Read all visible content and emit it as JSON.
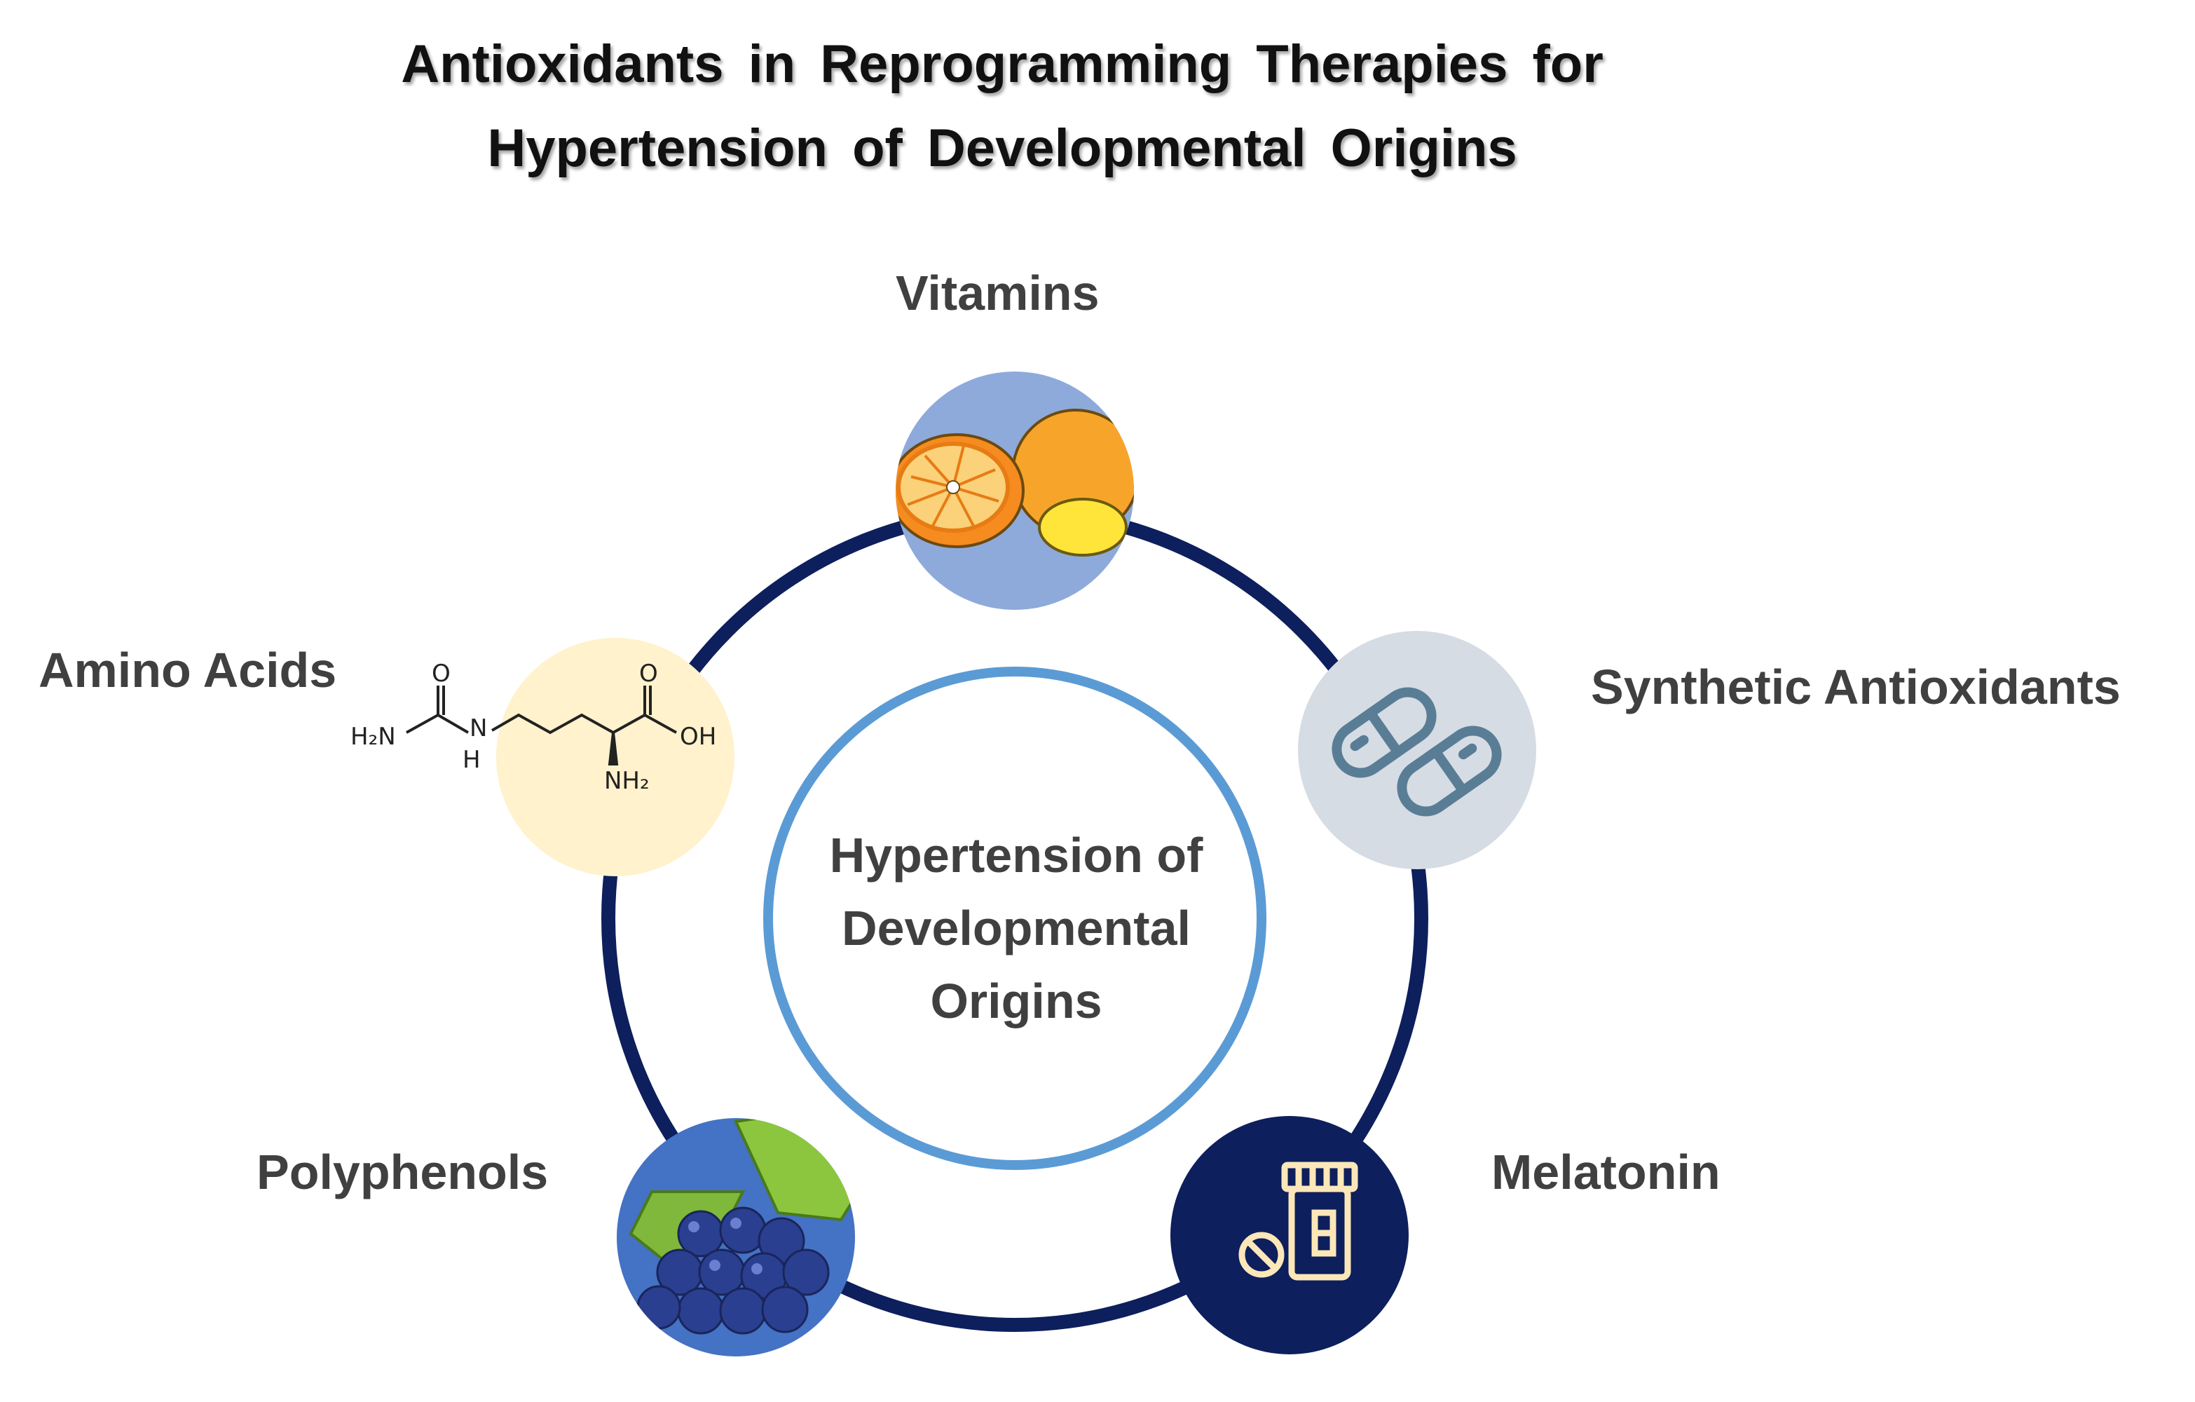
{
  "title": {
    "line1": "Antioxidants in Reprogramming Therapies for",
    "line2": "Hypertension of Developmental Origins"
  },
  "center": {
    "line1": "Hypertension of",
    "line2": "Developmental",
    "line3": "Origins"
  },
  "nodes": [
    {
      "label": "Vitamins",
      "icon": "citrus-fruit-icon",
      "fill": "#8eaadb"
    },
    {
      "label": "Synthetic Antioxidants",
      "icon": "capsule-pills-icon",
      "fill": "#d6dce4"
    },
    {
      "label": "Melatonin",
      "icon": "pill-bottle-icon",
      "fill": "#0d1f5c"
    },
    {
      "label": "Polyphenols",
      "icon": "grapes-icon",
      "fill": "#4472c4"
    },
    {
      "label": "Amino Acids",
      "icon": "arginine-molecule-icon",
      "fill": "#fff2cc"
    }
  ],
  "molecule": {
    "o1": "O",
    "o2": "O",
    "h2n": "H₂N",
    "n": "N",
    "h": "H",
    "oh": "OH",
    "nh2": "NH₂"
  },
  "colors": {
    "outer_ring": "#0d1f5c",
    "inner_ring": "#5b9bd5",
    "text": "#404040"
  }
}
